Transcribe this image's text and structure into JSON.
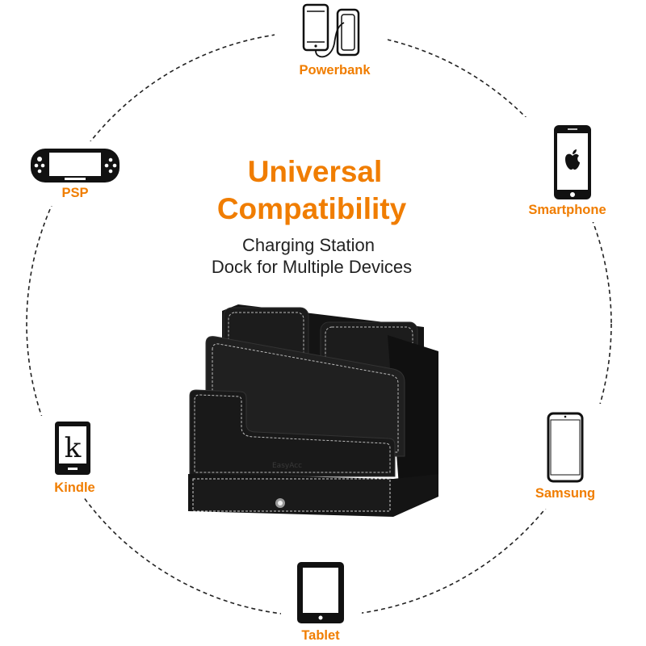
{
  "heading": {
    "line1": "Universal",
    "line2": "Compatibility"
  },
  "subheading": {
    "line1": "Charging Station",
    "line2": "Dock for Multiple Devices"
  },
  "product": {
    "brand": "EasyAcc",
    "icon": "charging-station-organizer"
  },
  "devices": {
    "powerbank": {
      "label": "Powerbank",
      "icon": "phone-powerbank-icon"
    },
    "smartphone": {
      "label": "Smartphone",
      "icon": "apple-smartphone-icon"
    },
    "samsung": {
      "label": "Samsung",
      "icon": "samsung-phone-icon"
    },
    "tablet": {
      "label": "Tablet",
      "icon": "tablet-icon"
    },
    "kindle": {
      "label": "Kindle",
      "icon": "kindle-ereader-icon"
    },
    "psp": {
      "label": "PSP",
      "icon": "psp-handheld-icon"
    }
  },
  "colors": {
    "accent": "#f07d00",
    "text": "#222222",
    "product": "#1b1b1b",
    "stitch": "#cfcfcf"
  }
}
